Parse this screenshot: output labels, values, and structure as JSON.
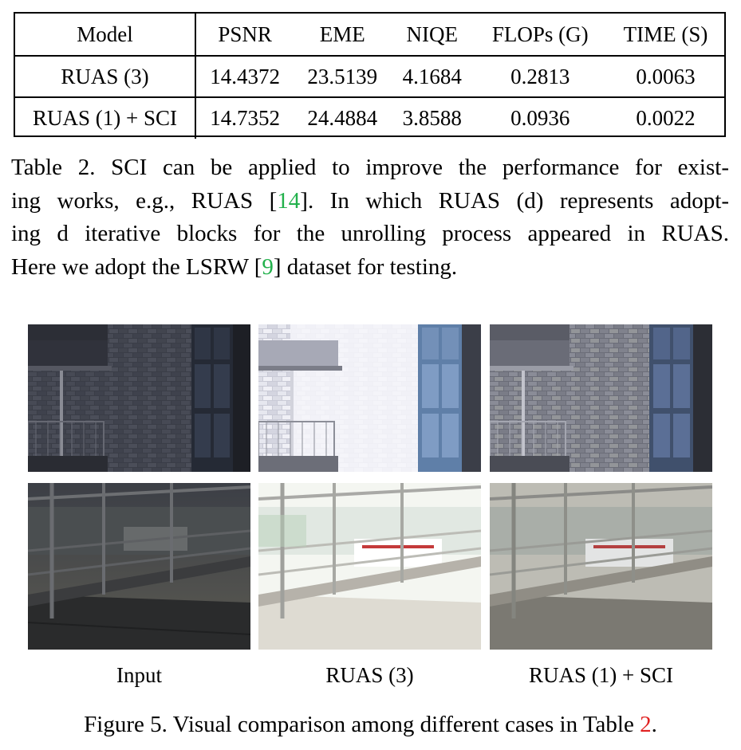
{
  "table": {
    "headers": [
      "Model",
      "PSNR",
      "EME",
      "NIQE",
      "FLOPs (G)",
      "TIME (S)"
    ],
    "rows": [
      [
        "RUAS (3)",
        "14.4372",
        "23.5139",
        "4.1684",
        "0.2813",
        "0.0063"
      ],
      [
        "RUAS (1) + SCI",
        "14.7352",
        "24.4884",
        "3.8588",
        "0.0936",
        "0.0022"
      ]
    ]
  },
  "table_caption": {
    "line1": "Table 2. SCI can be applied to improve the performance for exist-",
    "line2_a": "ing works, e.g., RUAS [",
    "line2_cite": "14",
    "line2_b": "]. In which RUAS (d) represents adopt-",
    "line3": "ing d iterative blocks for the unrolling process appeared in RUAS.",
    "line4_a": "Here we adopt the LSRW [",
    "line4_cite": "9",
    "line4_b": "] dataset for testing."
  },
  "figure": {
    "column_labels": [
      "Input",
      "RUAS (3)",
      "RUAS (1) + SCI"
    ],
    "caption_a": "Figure 5. Visual comparison among different cases in Table ",
    "caption_ref": "2",
    "caption_b": "."
  },
  "colors": {
    "citation": "#22b14c",
    "reference": "#e02020"
  }
}
